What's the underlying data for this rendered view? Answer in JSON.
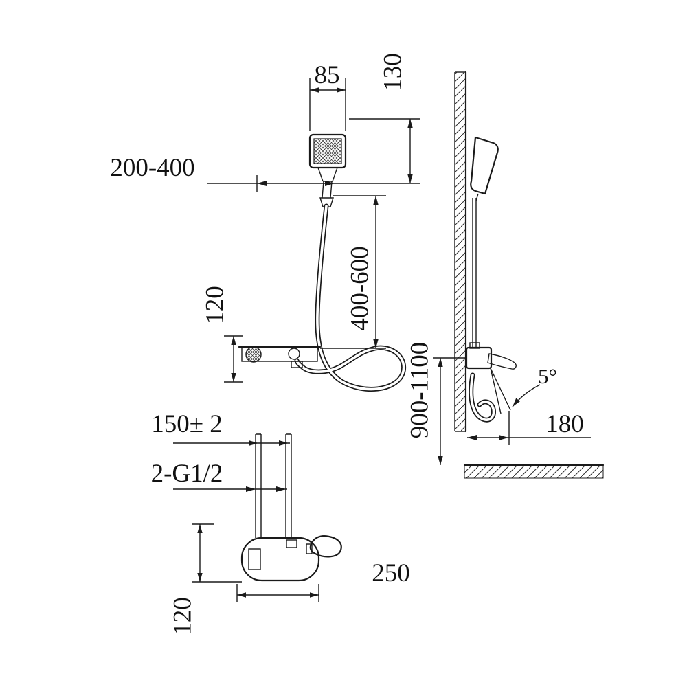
{
  "drawing": {
    "kind": "shower mixer installation dimension drawing"
  },
  "front_view": {
    "head_width": "85",
    "head_length": "130",
    "bar_range": "200-400",
    "hose_range": "400-600",
    "valve_offset": "120"
  },
  "side_view": {
    "mount_height": "900-1100",
    "swing_angle": "5°",
    "wall_clearance": "180"
  },
  "top_view": {
    "inlet_spacing": "150± 2",
    "thread_spec": "2-G1/2",
    "body_width": "250",
    "body_depth": "120"
  }
}
